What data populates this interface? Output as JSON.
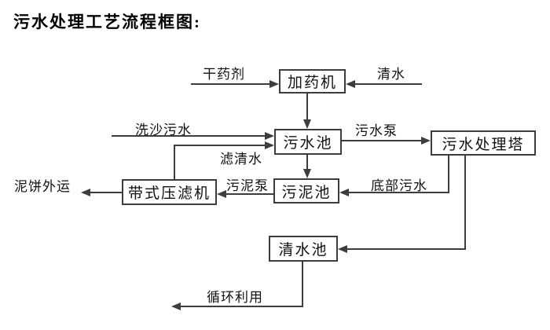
{
  "title": "污水处理工艺流程框图:",
  "diagram": {
    "line_color": "#3d3d3d",
    "nodes": {
      "dosing_machine": "加药机",
      "sewage_pool": "污水池",
      "treatment_tower": "污水处理塔",
      "sludge_pool": "污泥池",
      "belt_filter_press": "带式压滤机",
      "clear_water_pool": "清水池"
    },
    "edge_labels": {
      "dry_chemical": "干药剂",
      "clear_water": "清水",
      "sand_washing_sewage": "洗沙污水",
      "sewage_pump": "污水泵",
      "filtered_water": "滤清水",
      "sludge_pump": "污泥泵",
      "bottom_sewage": "底部污水",
      "mud_cake_out": "泥饼外运",
      "recycle": "循环利用"
    }
  }
}
